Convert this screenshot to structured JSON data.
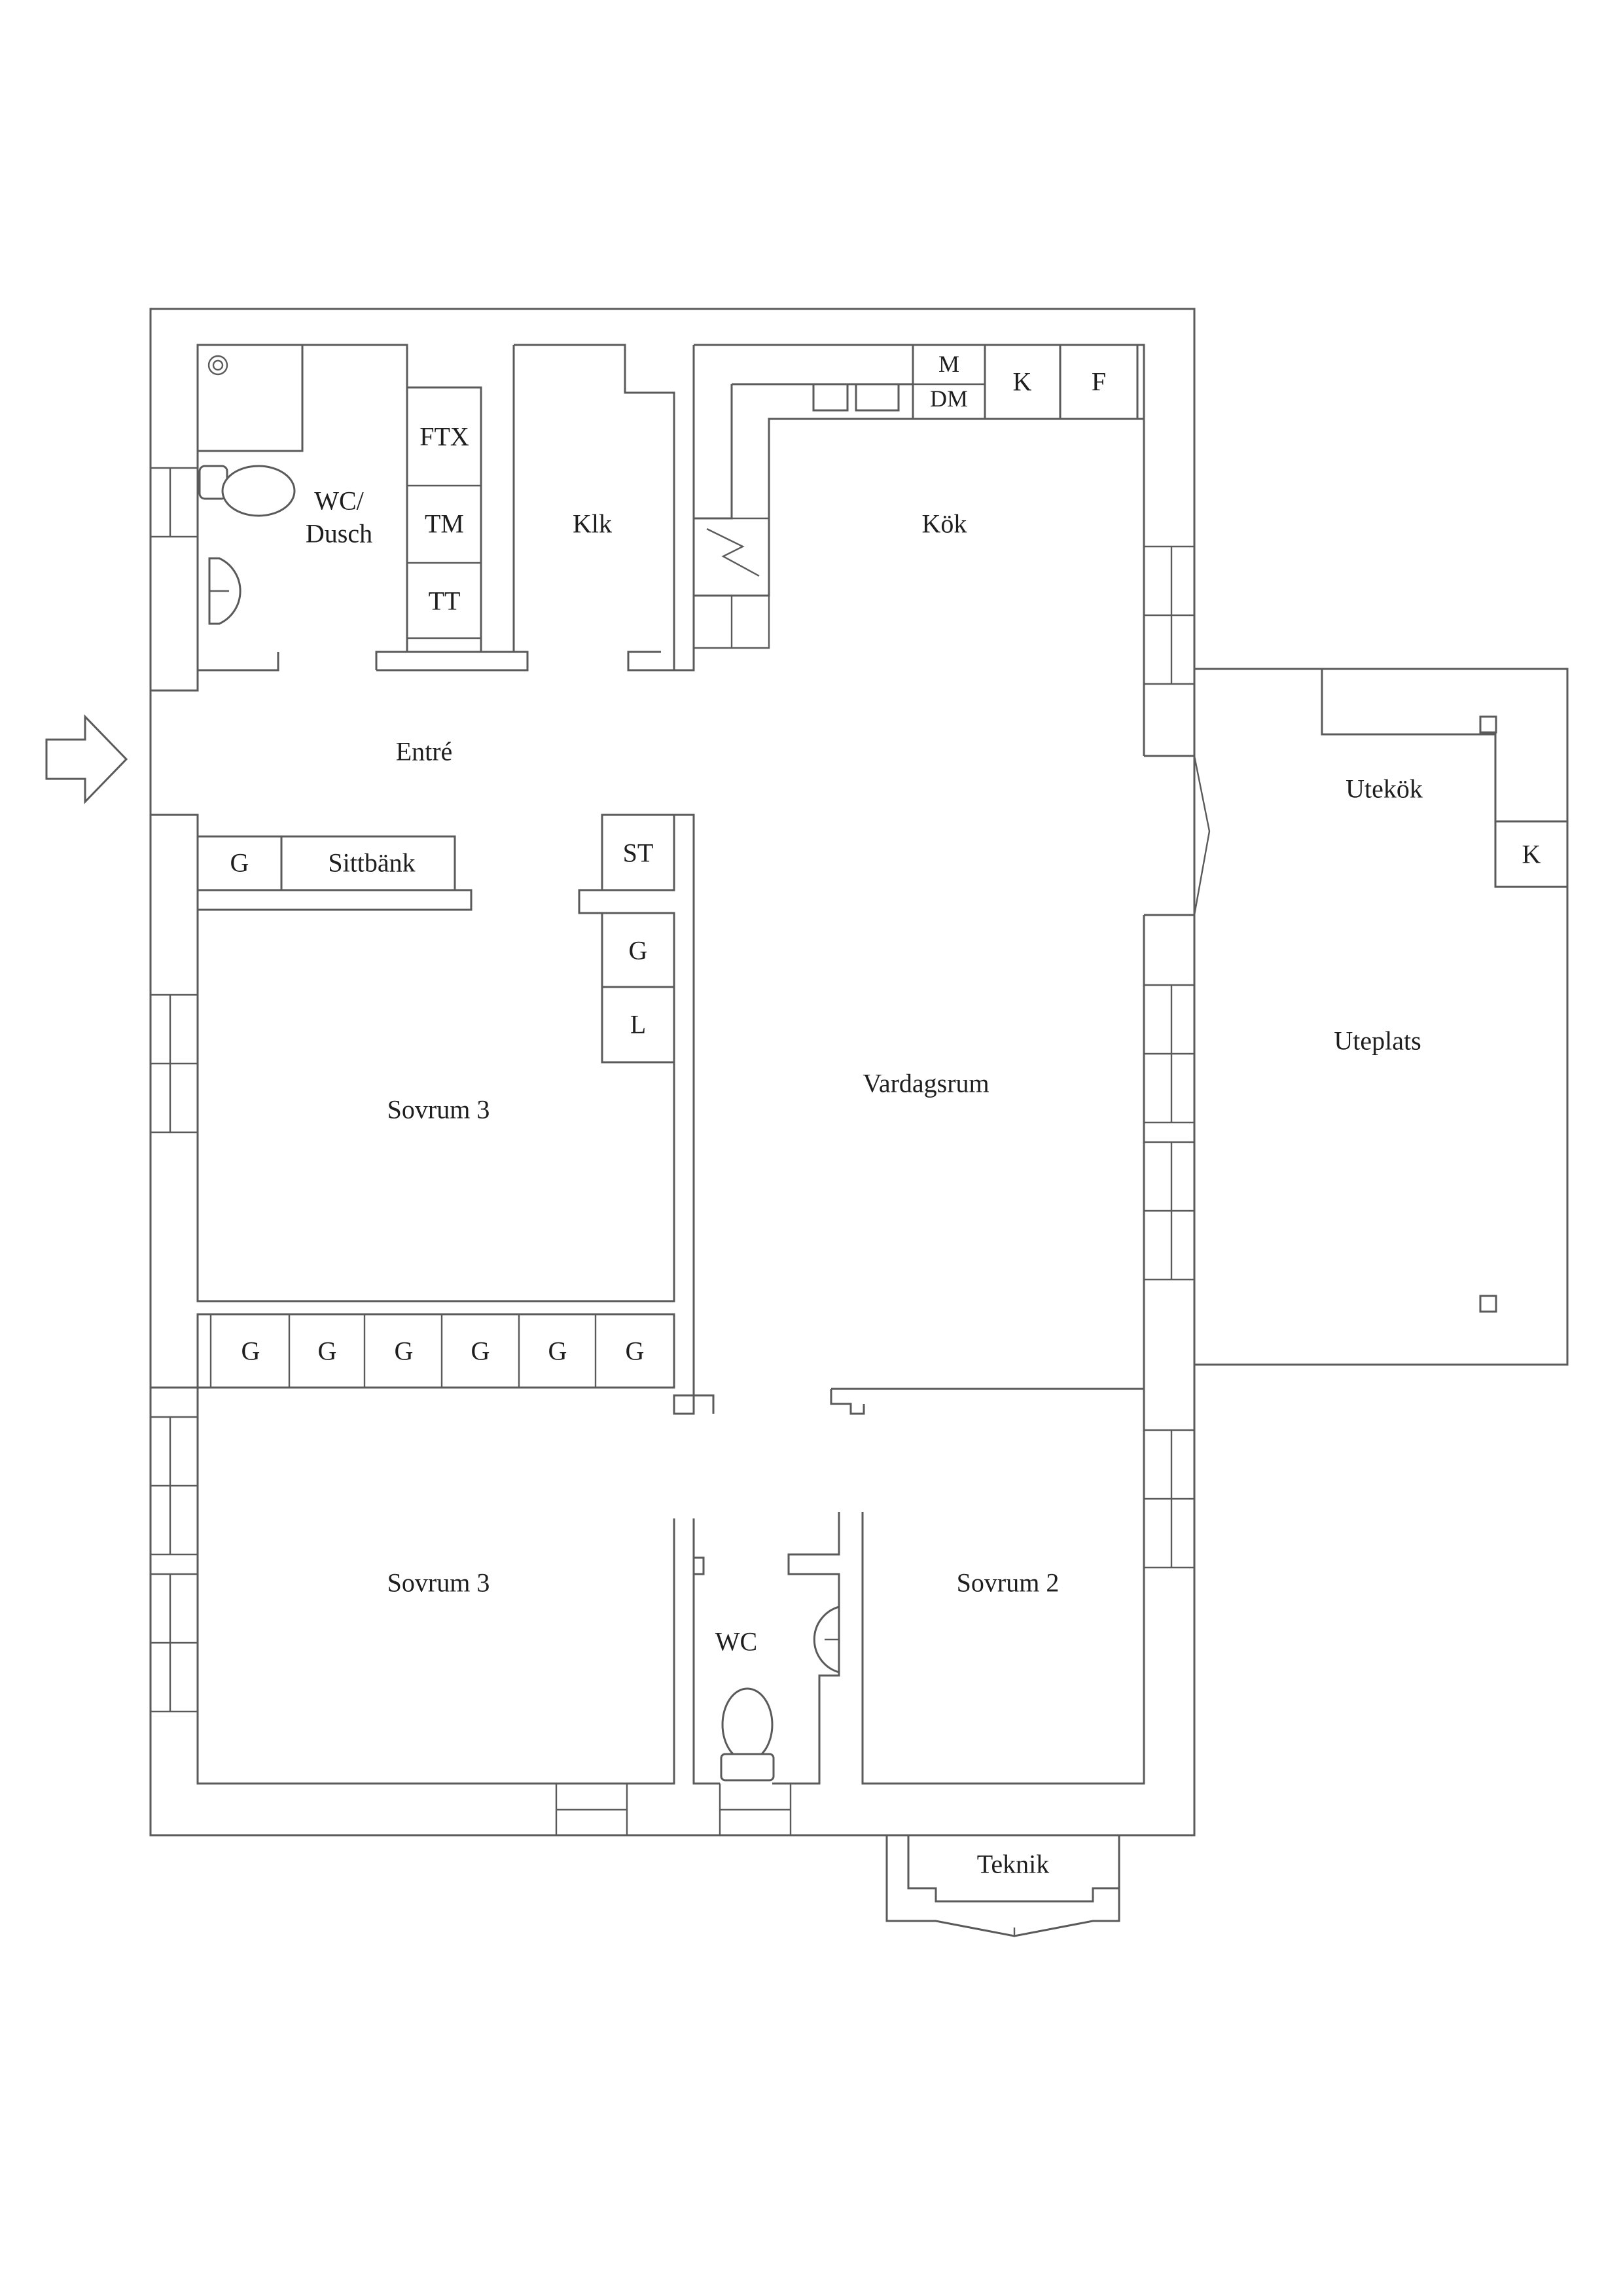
{
  "rooms": {
    "wc_dusch": {
      "line1": "WC/",
      "line2": "Dusch"
    },
    "klk": "Klk",
    "kok": "Kök",
    "entre": "Entré",
    "vardagsrum": "Vardagsrum",
    "sovrum_upper": "Sovrum 3",
    "sovrum_lower": "Sovrum 3",
    "sovrum_2": "Sovrum 2",
    "wc": "WC",
    "utekok": "Utekök",
    "uteplats": "Uteplats",
    "teknik": "Teknik"
  },
  "fixtures": {
    "ftx": "FTX",
    "tm": "TM",
    "tt": "TT",
    "m": "M",
    "dm": "DM",
    "kitchen_k": "K",
    "kitchen_f": "F",
    "outdoor_k": "K",
    "entry_g": "G",
    "sittbank": "Sittbänk",
    "st": "ST",
    "hall_g": "G",
    "hall_l": "L",
    "wardrobes": [
      "G",
      "G",
      "G",
      "G",
      "G",
      "G"
    ]
  }
}
